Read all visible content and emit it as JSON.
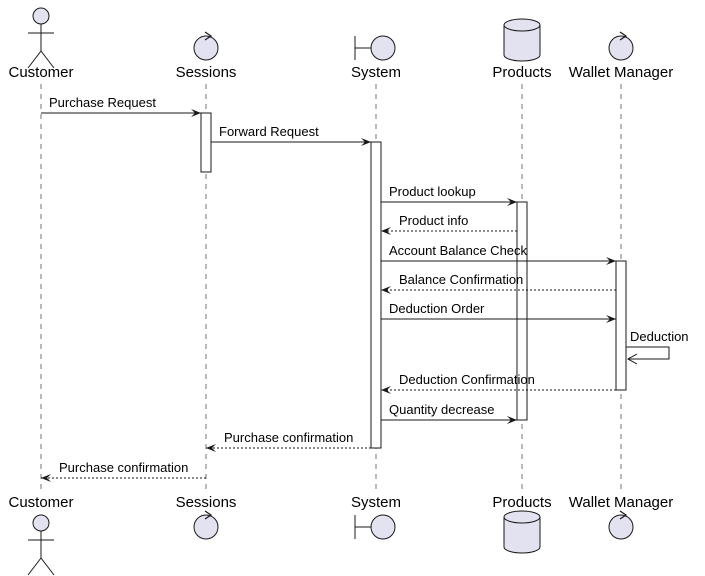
{
  "participants": [
    {
      "id": "customer",
      "name": "Customer",
      "kind": "actor"
    },
    {
      "id": "sessions",
      "name": "Sessions",
      "kind": "control"
    },
    {
      "id": "system",
      "name": "System",
      "kind": "boundary"
    },
    {
      "id": "products",
      "name": "Products",
      "kind": "database"
    },
    {
      "id": "wallet",
      "name": "Wallet Manager",
      "kind": "control"
    }
  ],
  "messages": [
    {
      "from": "customer",
      "to": "sessions",
      "label": "Purchase Request",
      "style": "sync"
    },
    {
      "from": "sessions",
      "to": "system",
      "label": "Forward Request",
      "style": "sync"
    },
    {
      "from": "system",
      "to": "products",
      "label": "Product lookup",
      "style": "sync"
    },
    {
      "from": "products",
      "to": "system",
      "label": "Product info",
      "style": "reply"
    },
    {
      "from": "system",
      "to": "wallet",
      "label": "Account Balance Check",
      "style": "sync"
    },
    {
      "from": "wallet",
      "to": "system",
      "label": "Balance Confirmation",
      "style": "reply"
    },
    {
      "from": "system",
      "to": "wallet",
      "label": "Deduction Order",
      "style": "sync"
    },
    {
      "from": "wallet",
      "to": "wallet",
      "label": "Deduction",
      "style": "self"
    },
    {
      "from": "wallet",
      "to": "system",
      "label": "Deduction Confirmation",
      "style": "reply"
    },
    {
      "from": "system",
      "to": "products",
      "label": "Quantity decrease",
      "style": "sync"
    },
    {
      "from": "system",
      "to": "sessions",
      "label": "Purchase confirmation",
      "style": "reply"
    },
    {
      "from": "sessions",
      "to": "customer",
      "label": "Purchase confirmation",
      "style": "reply"
    }
  ],
  "colors": {
    "participant_fill": "#e2e2f0",
    "line": "#181818",
    "activation_fill": "#ffffff",
    "background": "#ffffff"
  }
}
